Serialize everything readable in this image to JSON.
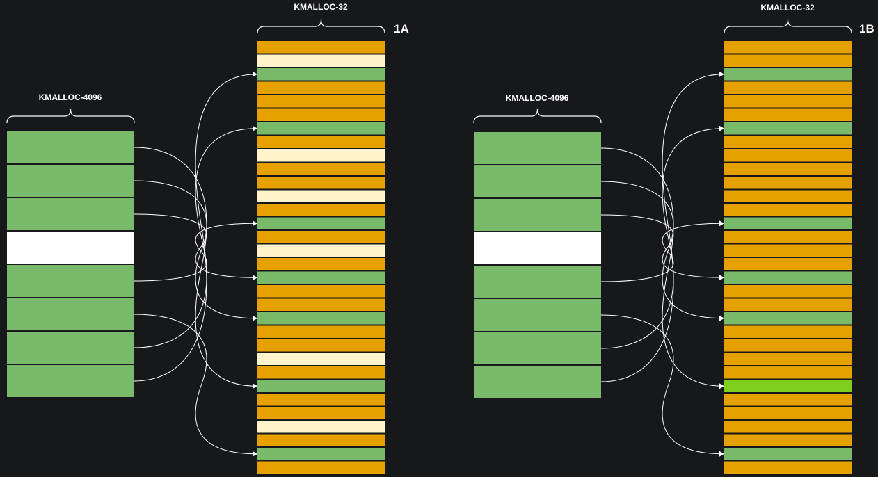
{
  "colors": {
    "background": "#17181c",
    "allocated_green": "#78b96a",
    "highlight_green": "#7ecf1e",
    "orange": "#e6a000",
    "cream": "#fff4cc",
    "white": "#ffffff",
    "separator": "#1e1f23",
    "line": "#ffffff"
  },
  "panels": [
    {
      "id": "1A",
      "panel_label": "1A",
      "big_cache_label": "KMALLOC-4096",
      "small_cache_label": "KMALLOC-32",
      "big_slots": [
        "green",
        "green",
        "green",
        "white",
        "green",
        "green",
        "green",
        "green"
      ],
      "small_slots": [
        "orange",
        "cream",
        "green",
        "orange",
        "orange",
        "orange",
        "green",
        "orange",
        "cream",
        "orange",
        "orange",
        "cream",
        "orange",
        "green",
        "orange",
        "cream",
        "orange",
        "green",
        "orange",
        "orange",
        "green",
        "orange",
        "orange",
        "cream",
        "orange",
        "green",
        "orange",
        "orange",
        "cream",
        "orange",
        "green",
        "orange"
      ],
      "links": [
        {
          "from": 0,
          "to": 25
        },
        {
          "from": 1,
          "to": 20
        },
        {
          "from": 2,
          "to": 17
        },
        {
          "from": 4,
          "to": 13
        },
        {
          "from": 5,
          "to": 30
        },
        {
          "from": 6,
          "to": 6
        },
        {
          "from": 7,
          "to": 2
        }
      ]
    },
    {
      "id": "1B",
      "panel_label": "1B",
      "big_cache_label": "KMALLOC-4096",
      "small_cache_label": "KMALLOC-32",
      "big_slots": [
        "green",
        "green",
        "green",
        "white",
        "green",
        "green",
        "green",
        "green"
      ],
      "small_slots": [
        "orange",
        "orange",
        "green",
        "orange",
        "orange",
        "orange",
        "green",
        "orange",
        "orange",
        "orange",
        "orange",
        "orange",
        "orange",
        "green",
        "orange",
        "orange",
        "orange",
        "green",
        "orange",
        "orange",
        "green",
        "orange",
        "orange",
        "orange",
        "orange",
        "highlight",
        "orange",
        "orange",
        "orange",
        "orange",
        "green",
        "orange"
      ],
      "links": [
        {
          "from": 0,
          "to": 25
        },
        {
          "from": 1,
          "to": 20
        },
        {
          "from": 2,
          "to": 17
        },
        {
          "from": 4,
          "to": 13
        },
        {
          "from": 5,
          "to": 30
        },
        {
          "from": 6,
          "to": 6
        },
        {
          "from": 7,
          "to": 2
        }
      ]
    }
  ]
}
